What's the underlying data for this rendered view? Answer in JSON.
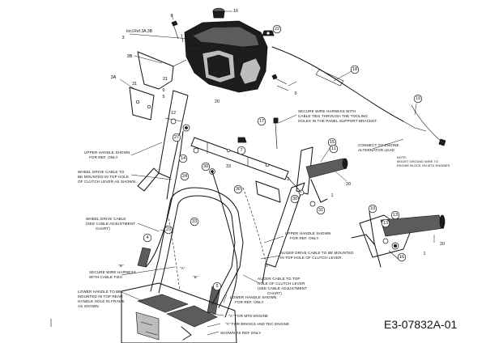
{
  "reference": "Incl.Ref.3A,3B",
  "drawing_number": "E3-07832A-01",
  "callouts": [
    "16",
    "9",
    "22",
    "3",
    "3B",
    "18",
    "19",
    "3A",
    "31",
    "21",
    "6",
    "5",
    "20",
    "9",
    "17",
    "12",
    "27",
    "7",
    "15",
    "14",
    "11",
    "20",
    "30",
    "30",
    "33",
    "24",
    "2",
    "30",
    "1",
    "31",
    "23",
    "33",
    "10",
    "13",
    "13",
    "20",
    "1",
    "16",
    "4",
    "5"
  ],
  "notes": [
    "SECURE WIRE HARNESS WITH",
    "CABLE TIES THROUGH THE TOOLING",
    "HOLES IN THE PANEL SUPPORT BRACKET.",
    "CONNECT TO ENGINE",
    "ALTERNATOR LEAD",
    "NOTE:",
    "MOUNT GROUND WIRE TO",
    "ENGINE BLOCK ON MTD ENGINES",
    "UPPER HANDLE SHOWN",
    "FOR REF. ONLY",
    "WHEEL DRIVE CABLE TO",
    "BE MOUNTED IN TOP HOLE",
    "OF CLUTCH LEVER AS SHOWN.",
    "WHEEL DRIVE CABLE",
    "(SEE CABLE ADJUSTMENT",
    "CHART)",
    "UPPER HANDLE SHOWN",
    "FOR REF. ONLY",
    "AUGER DRIVE CABLE TO BE MOUNTED",
    "IN TOP HOLE OF CLUTCH LEVER.",
    "SECURE WIRE HARNESS",
    "WITH CABLE TIES",
    "AUGER CABLE TO TOP",
    "HOLE OF CLUTCH LEVER",
    "(SEE CABLE ADJUSTMENT",
    "CHART)",
    "LOWER HANDLE TO BE",
    "MOUNTED IN TOP REAR",
    "HANDLE HOLE IN FRAME",
    "AS SHOWN",
    "LOWER HANDLE SHOWN",
    "FOR REF. ONLY",
    "\"A\" FOR MTD ENGINE",
    "\"A\" FOR BRIGGS AND TEC ENGINE",
    "SHOWN AS REF ONLY",
    "\"B\"",
    "\"B\"",
    "\"A\""
  ]
}
